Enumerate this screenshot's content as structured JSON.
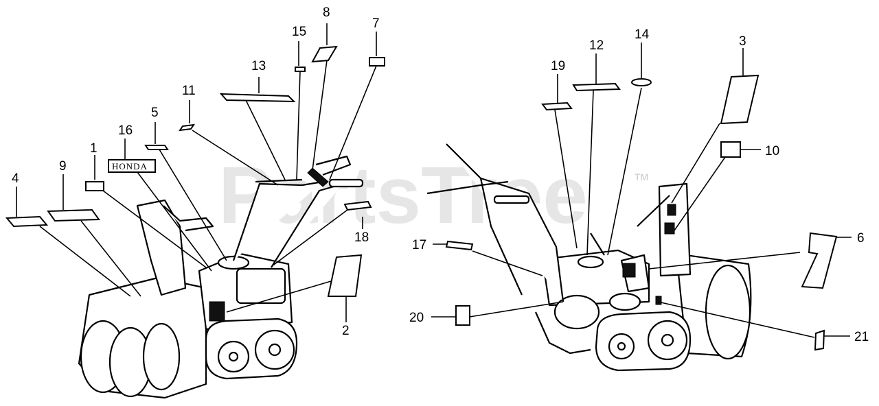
{
  "watermark": {
    "text": "PartsTree",
    "trademark": "TM"
  },
  "honda_label": "HONDA",
  "callouts": {
    "c1": "1",
    "c2": "2",
    "c3": "3",
    "c4": "4",
    "c5": "5",
    "c6": "6",
    "c7": "7",
    "c8": "8",
    "c9": "9",
    "c10": "10",
    "c11": "11",
    "c12": "12",
    "c13": "13",
    "c14": "14",
    "c15": "15",
    "c16": "16",
    "c17": "17",
    "c18": "18",
    "c19": "19",
    "c20": "20",
    "c21": "21"
  }
}
